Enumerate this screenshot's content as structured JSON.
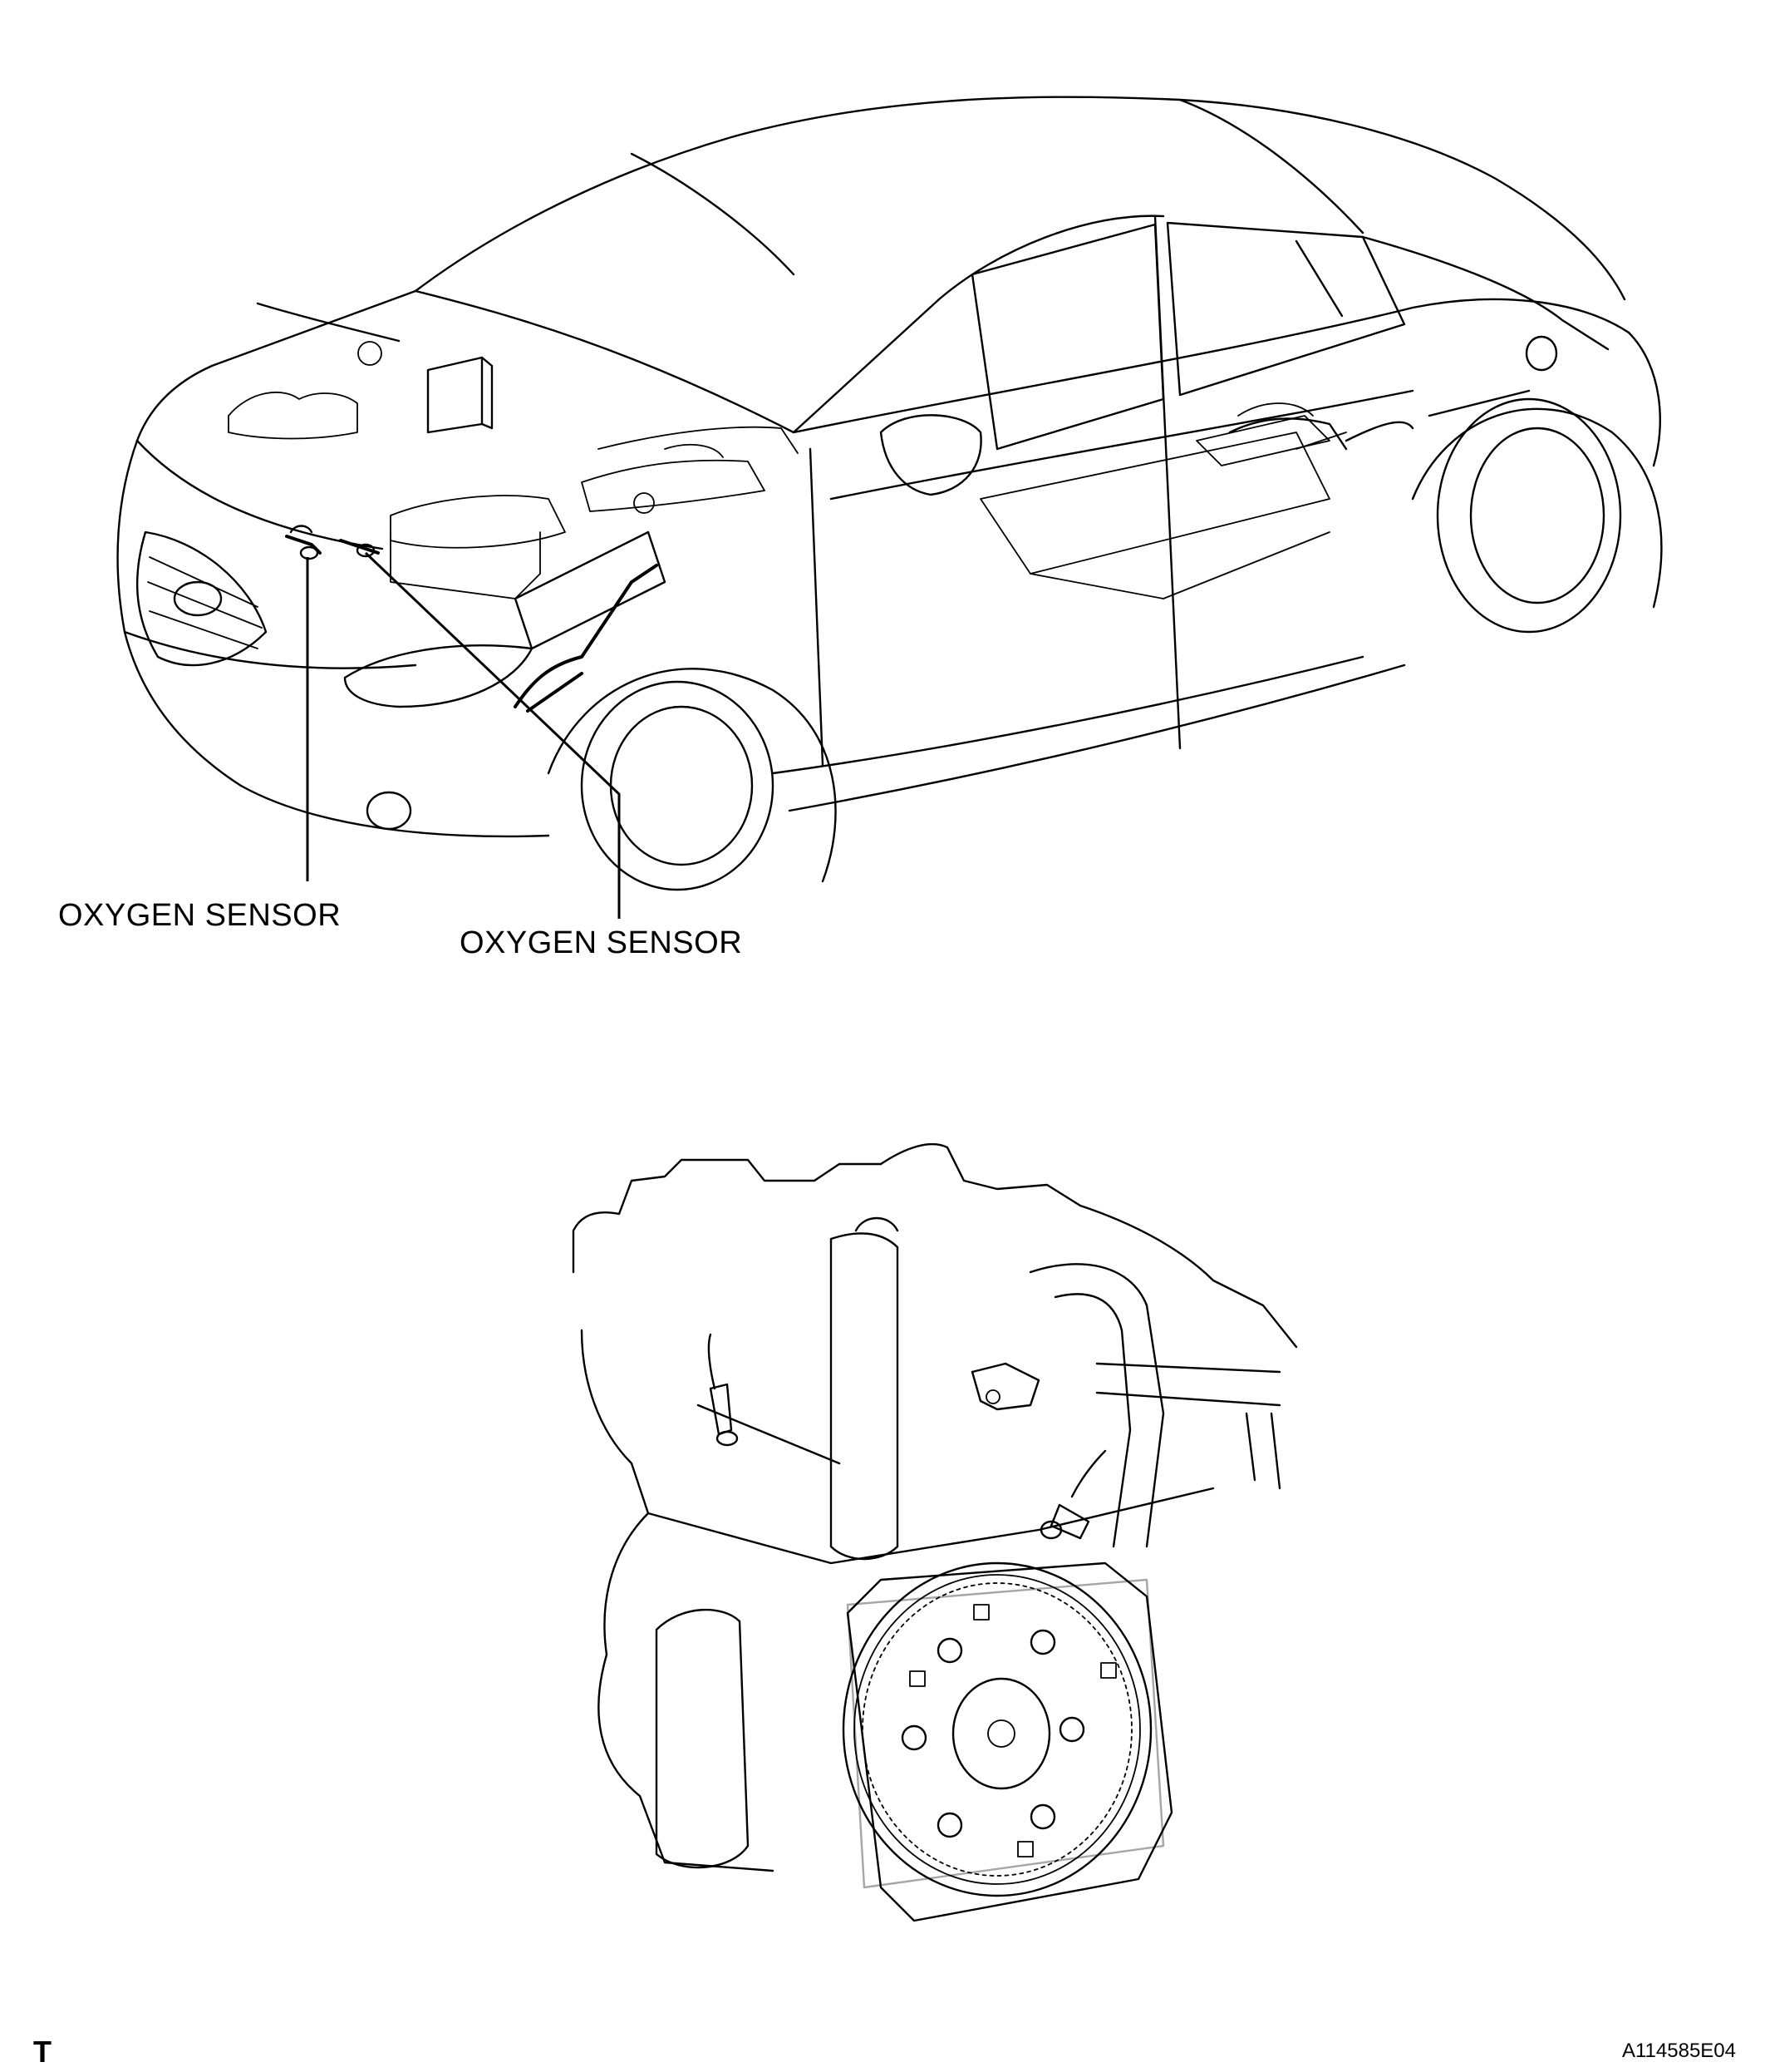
{
  "callouts": {
    "front_oxygen_sensor": "OXYGEN SENSOR",
    "rear_oxygen_sensor": "OXYGEN SENSOR"
  },
  "footer": {
    "corner_mark": "T",
    "figure_id": "A114585E04"
  },
  "colors": {
    "ink": "#000000",
    "background": "#ffffff"
  }
}
